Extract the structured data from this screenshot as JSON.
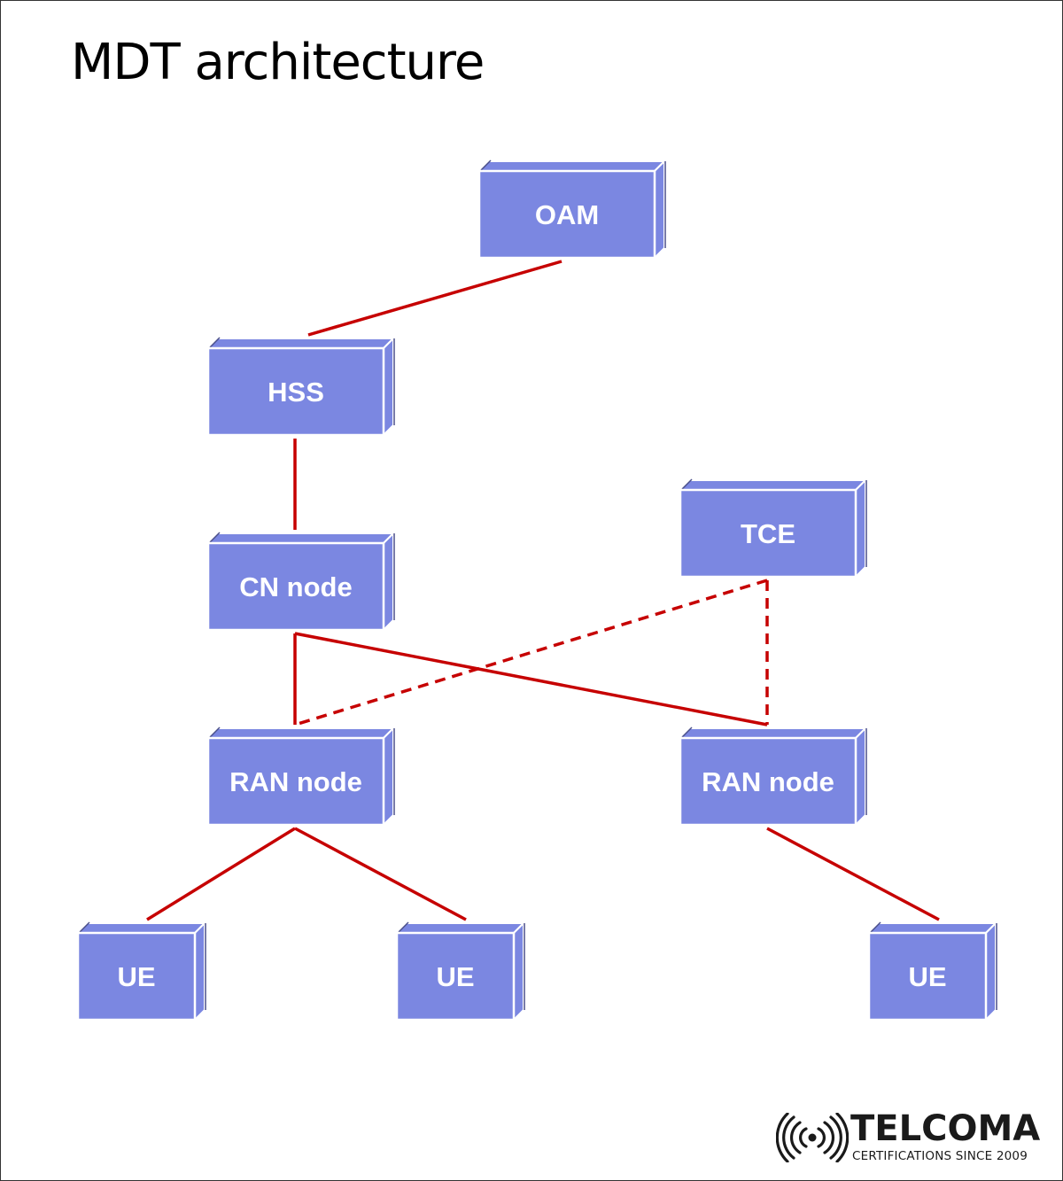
{
  "title": "MDT architecture",
  "colors": {
    "box_face": "#7b87e1",
    "box_edge": "#ffffff",
    "box_shadow": "#4a4f8a",
    "link": "#c60000",
    "text": "#000000"
  },
  "nodes": {
    "oam": "OAM",
    "hss": "HSS",
    "cn": "CN node",
    "tce": "TCE",
    "ran1": "RAN node",
    "ran2": "RAN node",
    "ue1": "UE",
    "ue2": "UE",
    "ue3": "UE"
  },
  "links": [
    {
      "from": "OAM",
      "to": "HSS",
      "style": "solid"
    },
    {
      "from": "HSS",
      "to": "CN node",
      "style": "solid"
    },
    {
      "from": "CN node",
      "to": "RAN node (left)",
      "style": "solid"
    },
    {
      "from": "CN node",
      "to": "RAN node (right)",
      "style": "solid"
    },
    {
      "from": "TCE",
      "to": "RAN node (left)",
      "style": "dashed"
    },
    {
      "from": "TCE",
      "to": "RAN node (right)",
      "style": "dashed"
    },
    {
      "from": "RAN node (left)",
      "to": "UE (1)",
      "style": "solid"
    },
    {
      "from": "RAN node (left)",
      "to": "UE (2)",
      "style": "solid"
    },
    {
      "from": "RAN node (right)",
      "to": "UE (3)",
      "style": "solid"
    }
  ],
  "logo": {
    "name": "TELCOMA",
    "tagline": "CERTIFICATIONS SINCE 2009",
    "icon": "broadcast-signal-icon"
  }
}
